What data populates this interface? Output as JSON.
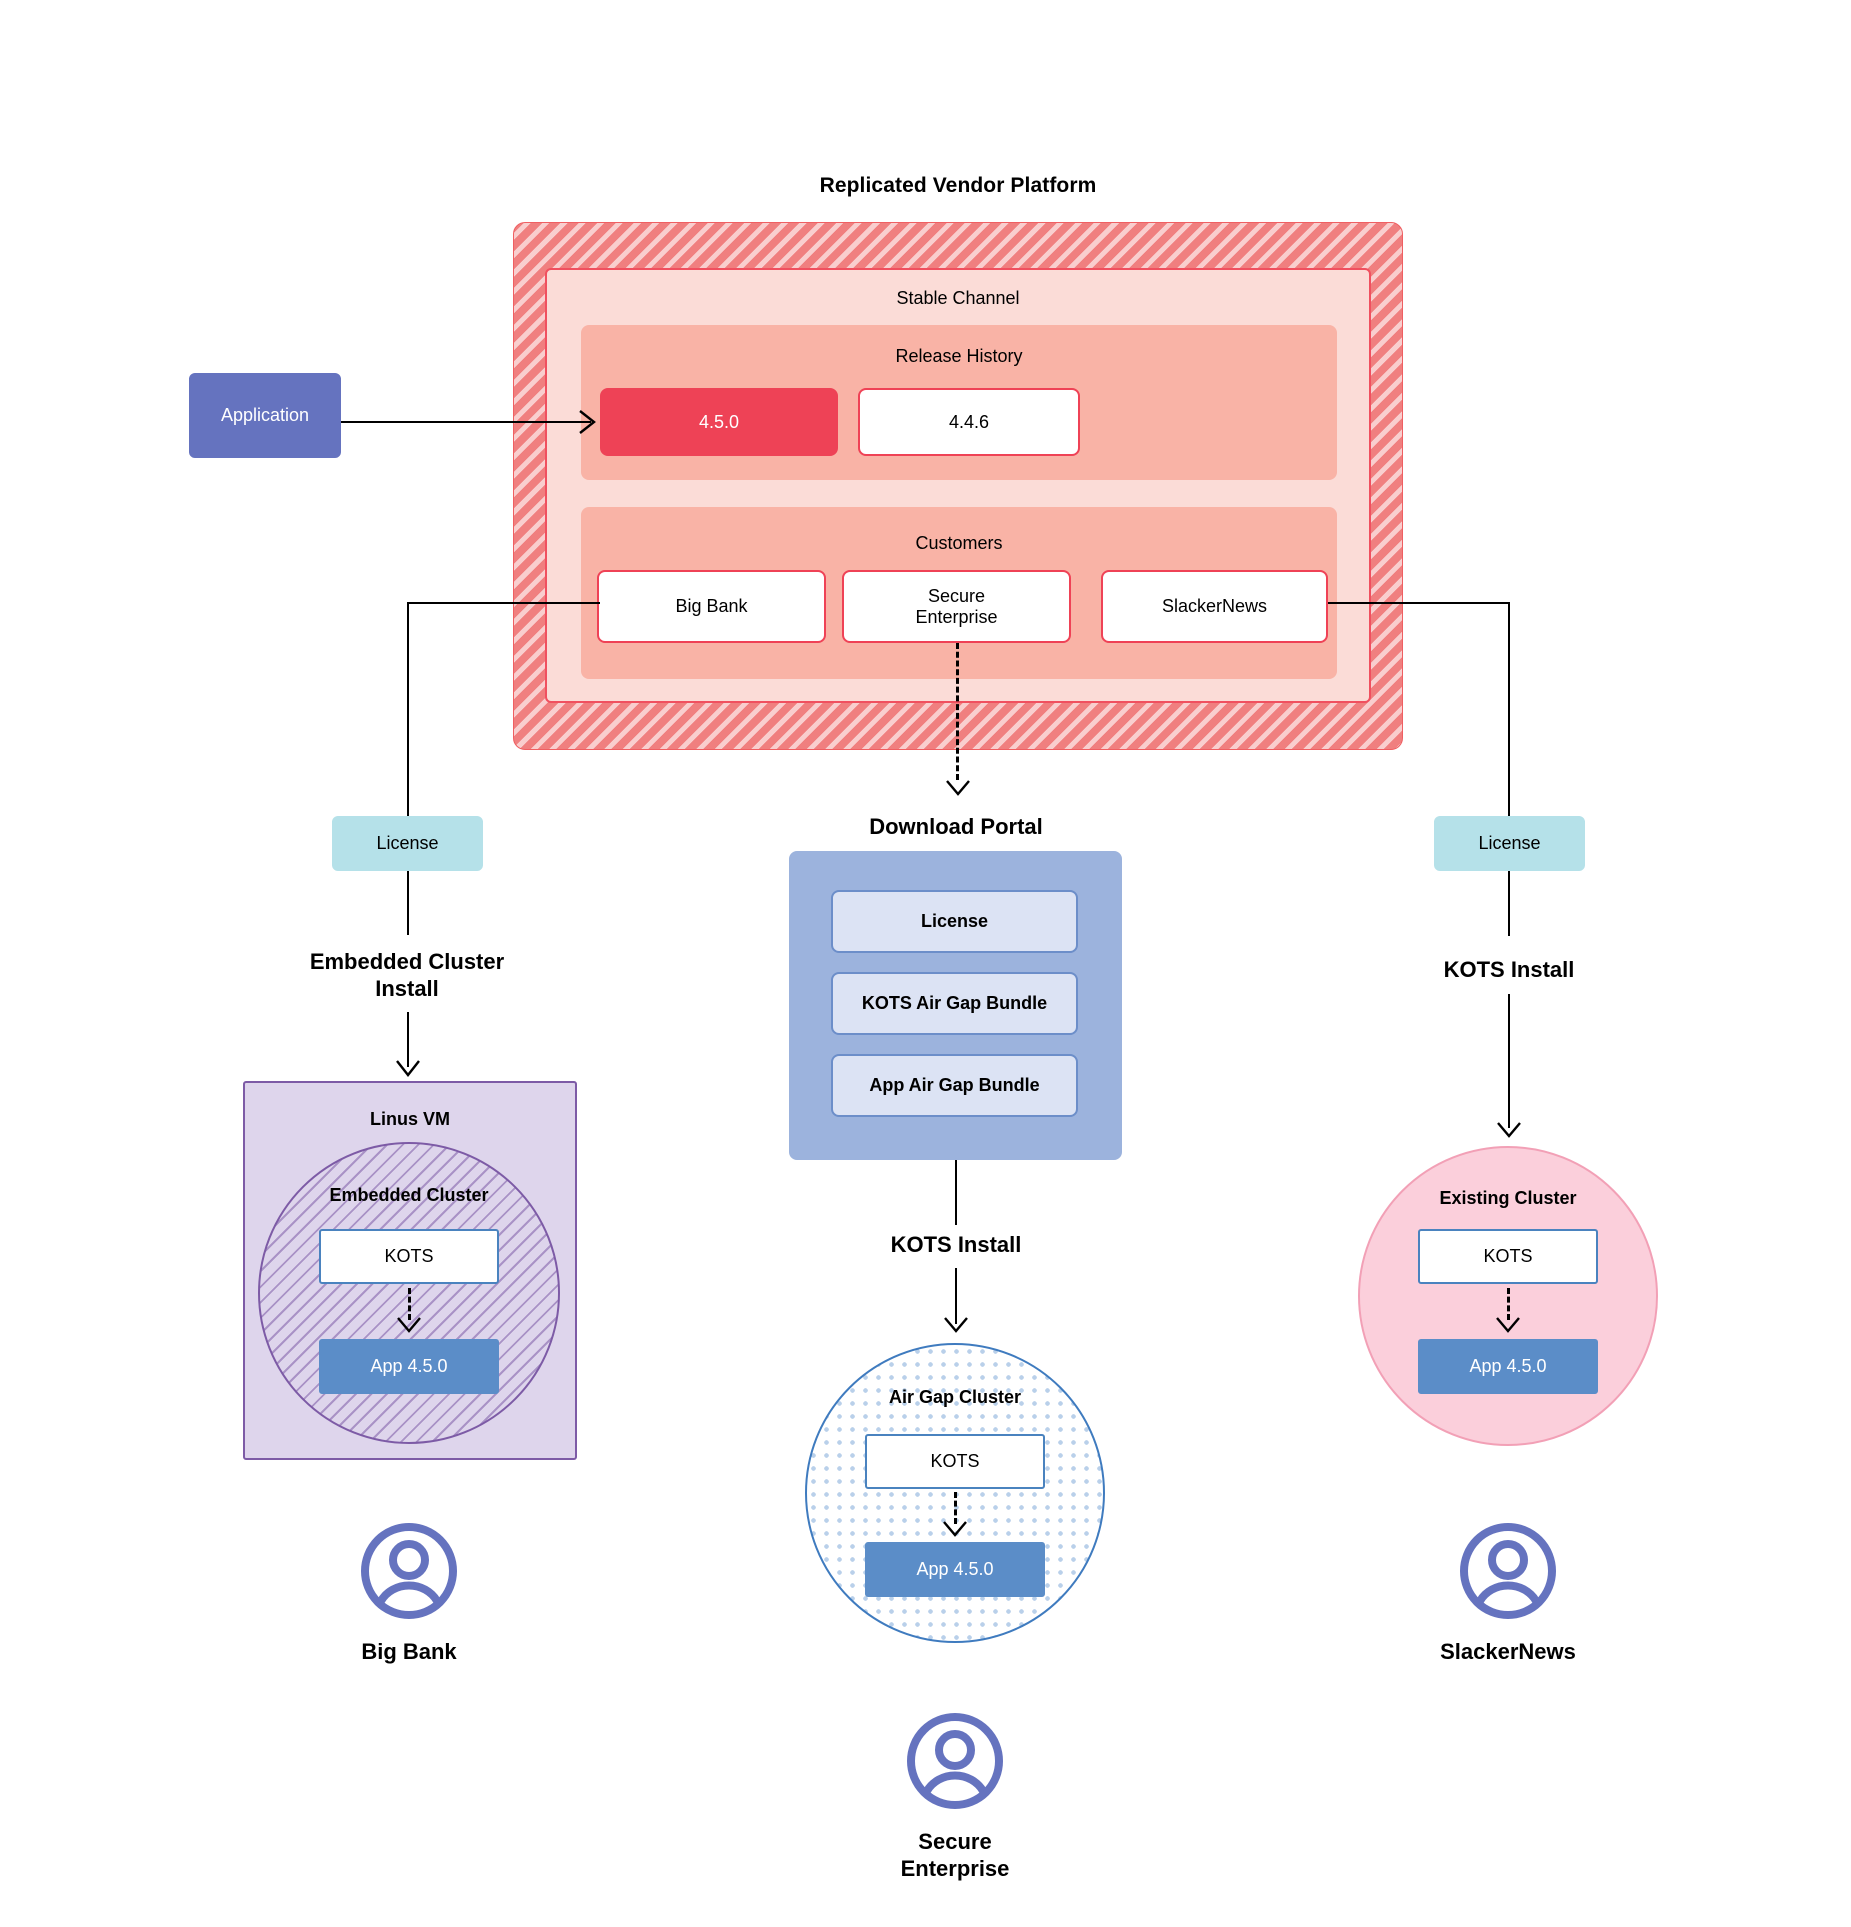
{
  "diagram": {
    "title": "Replicated Vendor Platform",
    "vendor_platform": {
      "channel_label": "Stable Channel",
      "release_history": {
        "label": "Release History",
        "releases": [
          {
            "version": "4.5.0",
            "state": "current"
          },
          {
            "version": "4.4.6",
            "state": "previous"
          }
        ]
      },
      "customers": {
        "label": "Customers",
        "items": [
          "Big Bank",
          "Secure\nEnterprise",
          "SlackerNews"
        ],
        "item_1": "Big Bank",
        "item_2_line1": "Secure",
        "item_2_line2": "Enterprise",
        "item_3": "SlackerNews"
      }
    },
    "application_node": {
      "label": "Application"
    },
    "download_portal": {
      "title": "Download  Portal",
      "items": [
        "License",
        "KOTS Air Gap Bundle",
        "App Air Gap Bundle"
      ],
      "item_0": "License",
      "item_1": "KOTS Air Gap Bundle",
      "item_2": "App Air Gap Bundle"
    },
    "branches": {
      "left": {
        "license_label": "License",
        "install_label_line1": "Embedded Cluster",
        "install_label_line2": "Install",
        "host_label": "Linus VM",
        "cluster_label": "Embedded Cluster",
        "kots_label": "KOTS",
        "app_label": "App 4.5.0",
        "persona": "Big Bank"
      },
      "center": {
        "install_label": "KOTS Install",
        "cluster_label": "Air Gap Cluster",
        "kots_label": "KOTS",
        "app_label": "App 4.5.0",
        "persona_line1": "Secure",
        "persona_line2": "Enterprise"
      },
      "right": {
        "license_label": "License",
        "install_label": "KOTS Install",
        "cluster_label": "Existing Cluster",
        "kots_label": "KOTS",
        "app_label": "App 4.5.0",
        "persona": "SlackerNews"
      }
    },
    "colors": {
      "vendor_hatch": "#f07f7f",
      "channel_bg": "#fbdcd7",
      "subpanel_bg": "#f9b3a6",
      "release_current": "#ee4256",
      "release_border": "#ef4256",
      "application": "#6573bf",
      "license": "#b5e1e9",
      "portal": "#9cb3dd",
      "portal_item": "#dce3f4",
      "vm": "#ded5ec",
      "vm_border": "#7d5ba6",
      "airgap_border": "#3f7bbf",
      "existing_cluster": "#fbcfdb",
      "existing_border": "#f2a0b6",
      "app_version": "#5b8dc8",
      "kots_border": "#4a83bf",
      "persona": "#6573bf"
    }
  }
}
